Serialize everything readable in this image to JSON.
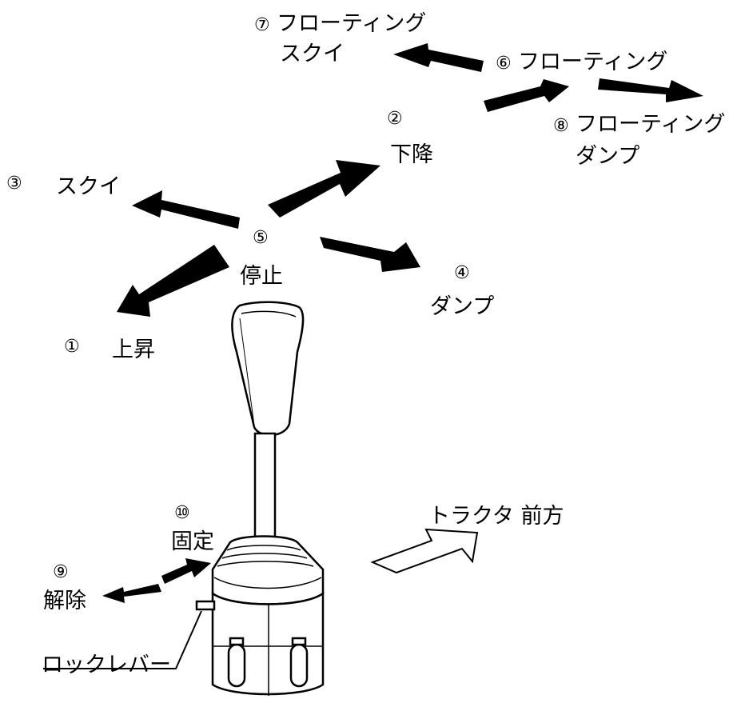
{
  "labels": {
    "p1": {
      "num": "①",
      "text": "上昇"
    },
    "p2": {
      "num": "②",
      "text": "下降"
    },
    "p3": {
      "num": "③",
      "text": "スクイ"
    },
    "p4": {
      "num": "④",
      "text": "ダンプ"
    },
    "p5": {
      "num": "⑤",
      "text": "停止"
    },
    "p6": {
      "num": "⑥",
      "text": "フローティング"
    },
    "p7": {
      "num": "⑦",
      "text": "フローティング",
      "text2": "スクイ"
    },
    "p8": {
      "num": "⑧",
      "text": "フローティング",
      "text2": "ダンプ"
    },
    "p9": {
      "num": "⑨",
      "text": "解除"
    },
    "p10": {
      "num": "⑩",
      "text": "固定"
    },
    "lock_lever": "ロックレバー",
    "tractor_front": "トラクタ 前方"
  }
}
